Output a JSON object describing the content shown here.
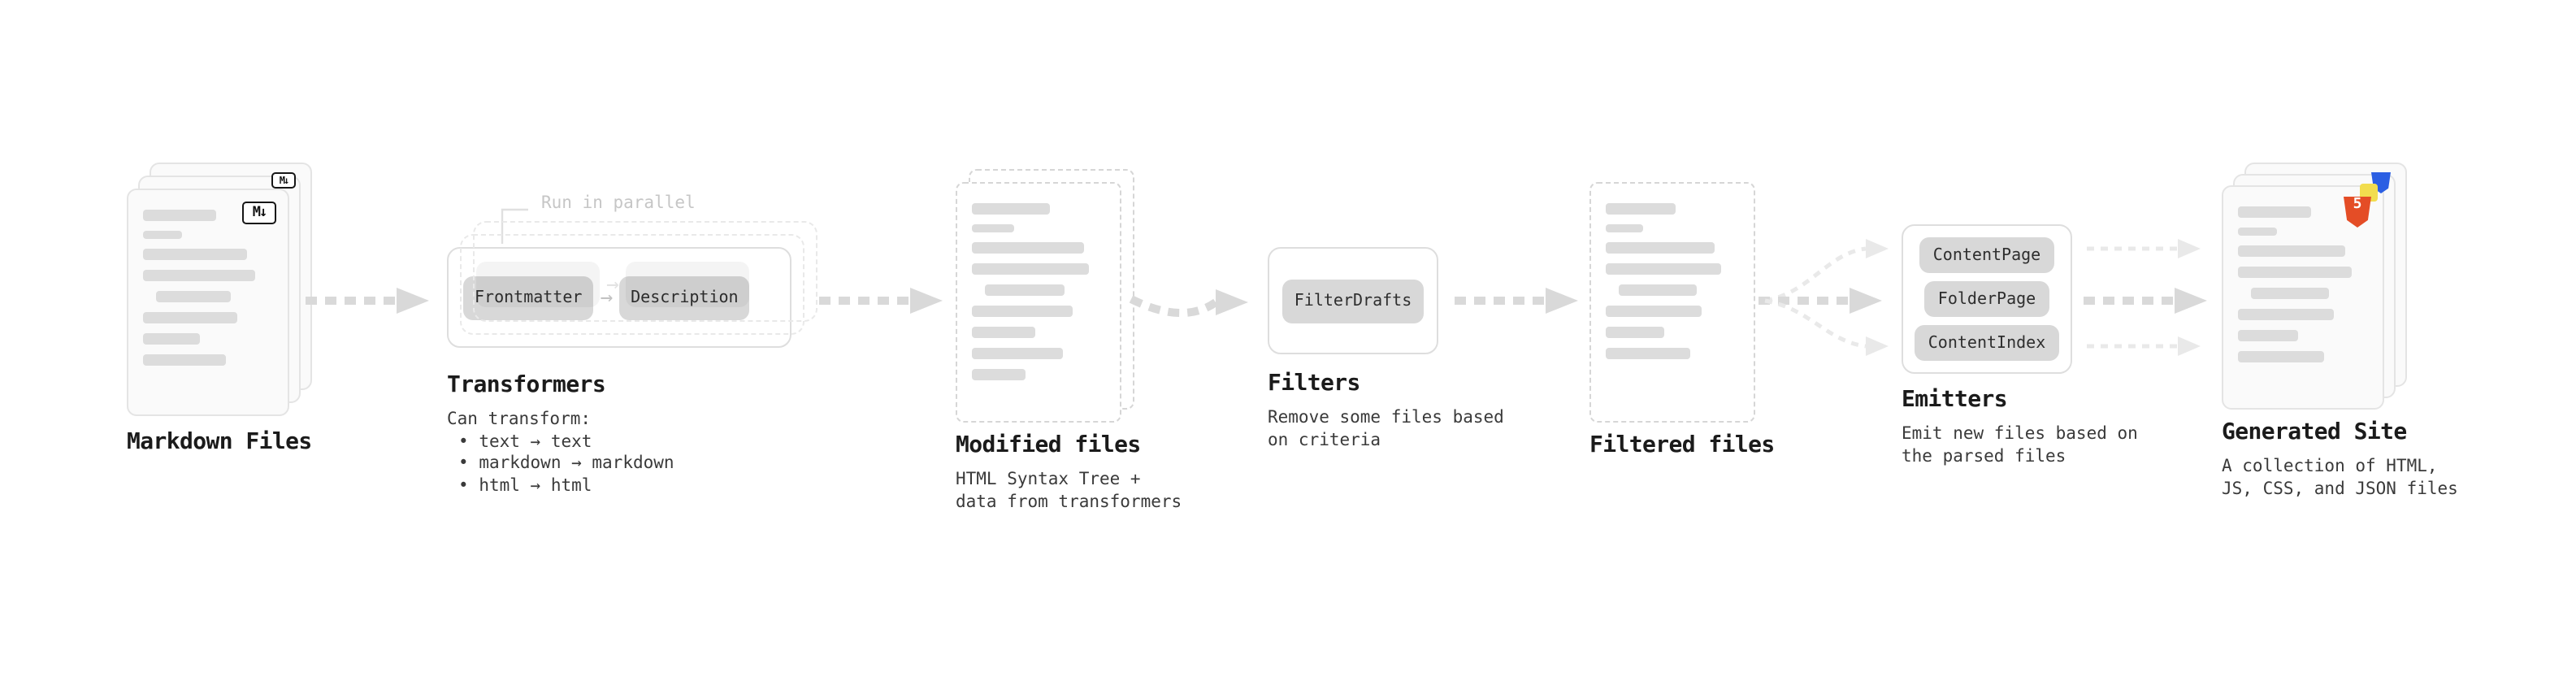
{
  "colors": {
    "background": "#ffffff",
    "arrow": "#d9d9d9",
    "arrow_light": "#e9e9e9",
    "card_bg": "#fafafa",
    "card_border": "#e4e4e4",
    "dashed_border": "#d6d6d6",
    "bar": "#dcdcdc",
    "button_bg": "#d8d8d8",
    "button_text": "#2e2e2e",
    "heading": "#1b1b1b",
    "body_text": "#3a3a3a",
    "muted_note": "#c6c6c6",
    "html5_orange": "#e44d26",
    "css_blue": "#2b5fe3",
    "js_yellow": "#f2dd4e"
  },
  "icons": {
    "markdown_glyph": "M↓",
    "html5_glyph": "5",
    "flow_arrow_glyph": "→"
  },
  "nodes": {
    "markdown_files": {
      "label": "Markdown Files"
    },
    "transformers": {
      "label": "Transformers",
      "parallel_note": "Run in parallel",
      "buttons": [
        "Frontmatter",
        "Description"
      ],
      "can_transform": "Can transform:",
      "bullets": [
        "text → text",
        "markdown → markdown",
        "html → html"
      ]
    },
    "modified_files": {
      "label": "Modified files",
      "description": "HTML Syntax Tree +\ndata from transformers"
    },
    "filters": {
      "label": "Filters",
      "buttons": [
        "FilterDrafts"
      ],
      "description": "Remove some files based\non criteria"
    },
    "filtered_files": {
      "label": "Filtered files"
    },
    "emitters": {
      "label": "Emitters",
      "buttons": [
        "ContentPage",
        "FolderPage",
        "ContentIndex"
      ],
      "description": "Emit new files based on\nthe parsed files"
    },
    "generated_site": {
      "label": "Generated Site",
      "description": "A collection of HTML,\nJS, CSS, and JSON files"
    }
  }
}
